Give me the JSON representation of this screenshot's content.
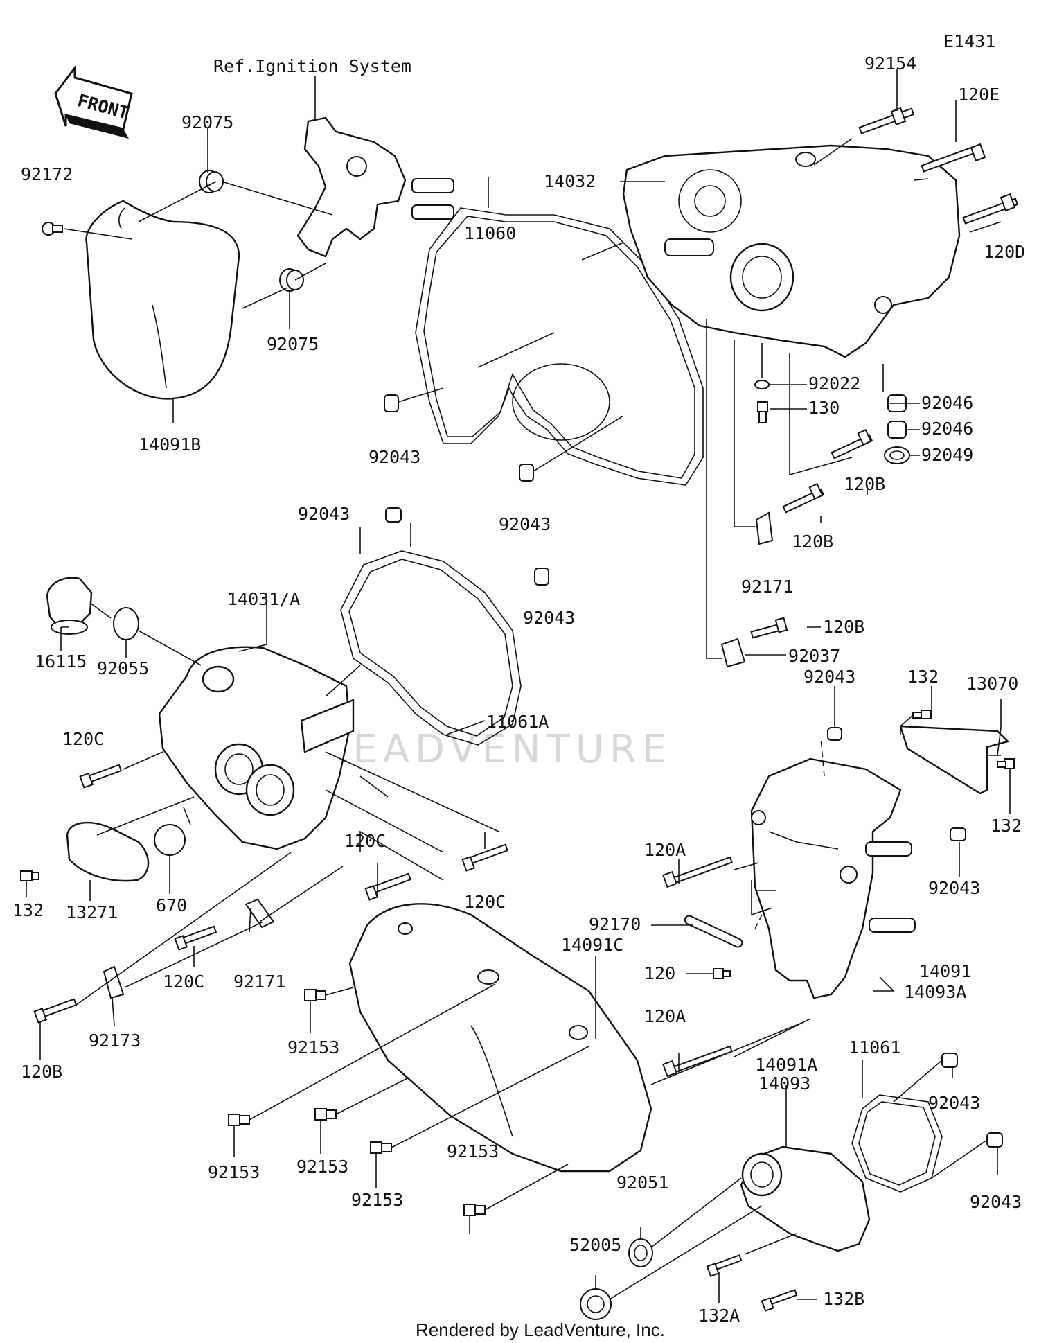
{
  "diagram_code": "E1431",
  "reference_note": "Ref.Ignition System",
  "front_indicator": "FRONT",
  "watermark": "LEADVENTURE",
  "footer": "Rendered by LeadVenture, Inc.",
  "labels": {
    "p92154": "92154",
    "p120E": "120E",
    "p14032": "14032",
    "p120D": "120D",
    "p92075_top": "92075",
    "p92172": "92172",
    "p92075_bot": "92075",
    "p14091B": "14091B",
    "p11060": "11060",
    "p92022": "92022",
    "p130": "130",
    "p92046_a": "92046",
    "p92046_b": "92046",
    "p92049": "92049",
    "p120B_a": "120B",
    "p120B_b": "120B",
    "p92043_a": "92043",
    "p92043_b": "92043",
    "p92043_c": "92043",
    "p92043_d": "92043",
    "p92171_a": "92171",
    "p120B_c": "120B",
    "p92037": "92037",
    "p16115": "16115",
    "p14031A": "14031/A",
    "p92055": "92055",
    "p11061A": "11061A",
    "p120C_a": "120C",
    "p132_a": "132",
    "p13070": "13070",
    "p92043_e": "92043",
    "p132_b": "132",
    "p120C_b": "120C",
    "p120C_c": "120C",
    "p120A_a": "120A",
    "p92043_f": "92043",
    "p132_c": "132",
    "p13271": "13271",
    "p670": "670",
    "p92170": "92170",
    "p14091C": "14091C",
    "p120": "120",
    "p14091": "14091",
    "p14093A": "14093A",
    "p120C_d": "120C",
    "p92171_b": "92171",
    "p120B_d": "120B",
    "p92173": "92173",
    "p92153_a": "92153",
    "p120A_b": "120A",
    "p11061": "11061",
    "p14091A": "14091A",
    "p14093": "14093",
    "p92043_g": "92043",
    "p92043_h": "92043",
    "p92153_b": "92153",
    "p92153_c": "92153",
    "p92153_d": "92153",
    "p92153_e": "92153",
    "p92051": "92051",
    "p52005": "52005",
    "p132B": "132B",
    "p132A": "132A"
  }
}
